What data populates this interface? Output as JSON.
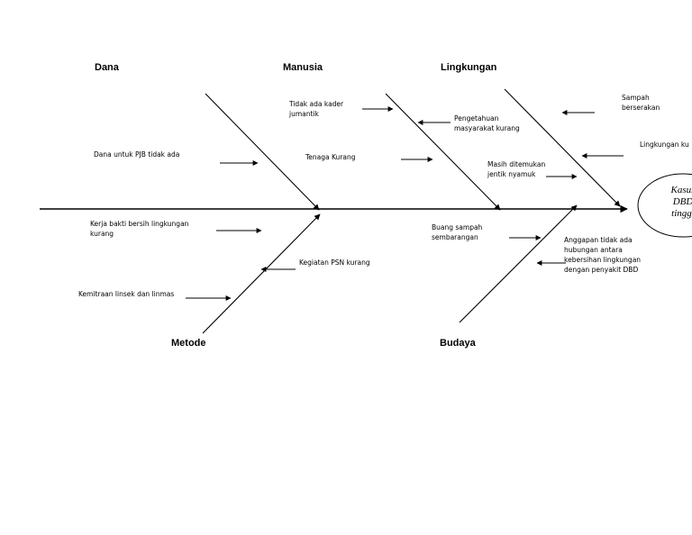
{
  "diagram": {
    "categories": {
      "dana": "Dana",
      "manusia": "Manusia",
      "lingkungan": "Lingkungan",
      "metode": "Metode",
      "budaya": "Budaya"
    },
    "causes": {
      "dana_1": "Dana untuk PJB tidak ada",
      "manusia_1": "Tidak ada kader\njumantik",
      "manusia_2": "Tenaga Kurang",
      "lingkungan_1": "Pengetahuan\nmasyarakat kurang",
      "lingkungan_2": "Masih ditemukan\njentik nyamuk",
      "lingkungan_3": "Sampah\nberserakan",
      "lingkungan_4": "Lingkungan ku",
      "metode_1": "Kerja bakti bersih lingkungan\nkurang",
      "metode_2": "Kegiatan PSN kurang",
      "metode_3": "Kemitraan linsek dan linmas",
      "budaya_1": "Buang sampah\nsembarangan",
      "budaya_2": "Anggapan tidak ada\nhubungan antara\nkebersihan lingkungan\ndengan penyakit DBD"
    },
    "effect": "Kasus\nDBD\ntinggi",
    "colors": {
      "line": "#000000",
      "background": "#ffffff"
    }
  }
}
